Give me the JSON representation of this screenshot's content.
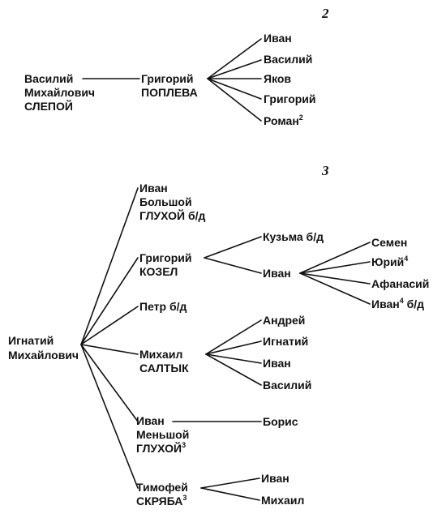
{
  "figures": [
    {
      "number": "2",
      "root": {
        "lines": [
          "Василий",
          "Михайлович",
          "СЛЕПОЙ"
        ]
      },
      "child": {
        "lines": [
          "Григорий",
          "ПОПЛЕВА"
        ]
      },
      "grandchildren": [
        {
          "text": "Иван",
          "sup": ""
        },
        {
          "text": "Василий",
          "sup": ""
        },
        {
          "text": "Яков",
          "sup": ""
        },
        {
          "text": "Григорий",
          "sup": ""
        },
        {
          "text": "Роман",
          "sup": "2"
        }
      ]
    },
    {
      "number": "3",
      "root": {
        "lines": [
          "Игнатий",
          "Михайлович"
        ]
      },
      "children": [
        {
          "lines": [
            "Иван",
            "Большой",
            "ГЛУХОЙ б/д"
          ],
          "sup": ""
        },
        {
          "lines": [
            "Григорий",
            "КОЗЕЛ"
          ],
          "sup": ""
        },
        {
          "lines": [
            "Петр б/д"
          ],
          "sup": ""
        },
        {
          "lines": [
            "Михаил",
            "САЛТЫК"
          ],
          "sup": ""
        },
        {
          "lines": [
            "Иван",
            "Меньшой",
            "ГЛУХОЙ"
          ],
          "sup": "3"
        },
        {
          "lines": [
            "Тимофей",
            "СКРЯБА"
          ],
          "sup": "3"
        }
      ],
      "kozel_children": [
        {
          "text": "Кузьма б/д"
        },
        {
          "text": "Иван"
        }
      ],
      "ivan_children": [
        {
          "text": "Семен",
          "sup": "",
          "suffix": ""
        },
        {
          "text": "Юрий",
          "sup": "4",
          "suffix": ""
        },
        {
          "text": "Афанасий",
          "sup": "",
          "suffix": ""
        },
        {
          "text": "Иван",
          "sup": "4",
          "suffix": " б/д"
        }
      ],
      "saltyk_children": [
        {
          "text": "Андрей"
        },
        {
          "text": "Игнатий"
        },
        {
          "text": "Иван"
        },
        {
          "text": "Василий"
        }
      ],
      "menshoy_children": [
        {
          "text": "Борис"
        }
      ],
      "skryaba_children": [
        {
          "text": "Иван"
        },
        {
          "text": "Михаил"
        }
      ]
    }
  ]
}
